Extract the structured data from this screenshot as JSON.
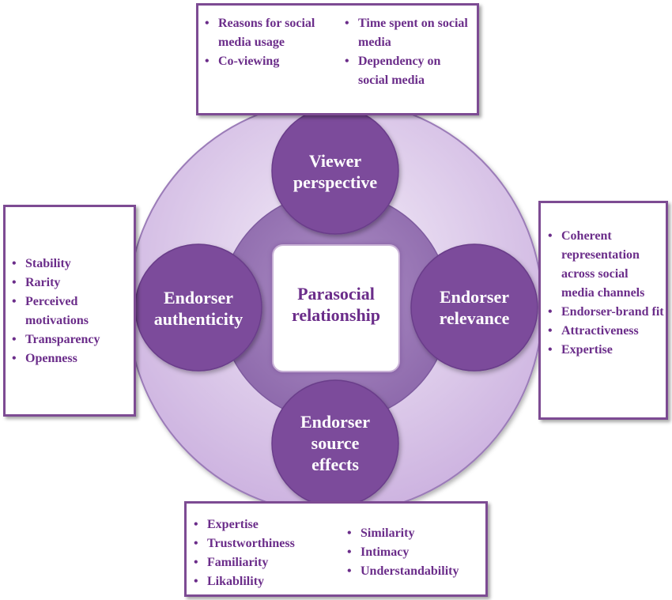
{
  "center": {
    "line1": "Parasocial",
    "line2": "relationship"
  },
  "circles": {
    "viewer": {
      "line1": "Viewer",
      "line2": "perspective"
    },
    "authenticity": {
      "line1": "Endorser",
      "line2": "authenticity"
    },
    "relevance": {
      "line1": "Endorser",
      "line2": "relevance"
    },
    "source": {
      "line1": "Endorser",
      "line2": "source",
      "line3": "effects"
    }
  },
  "boxes": {
    "viewer": {
      "left_items": [
        "Reasons for social media usage",
        "Co-viewing"
      ],
      "right_items": [
        "Time spent on social media",
        "Dependency on social media"
      ]
    },
    "authenticity": {
      "items": [
        "Stability",
        "Rarity",
        "Perceived motivations",
        "Transparency",
        "Openness"
      ]
    },
    "relevance": {
      "items": [
        "Coherent representation across social media channels",
        "Endorser-brand fit",
        "Attractiveness",
        "Expertise"
      ]
    },
    "source": {
      "left_items": [
        "Expertise",
        "Trustworthiness",
        "Familiarity",
        "Likablility"
      ],
      "right_items": [
        "Similarity",
        "Intimacy",
        "Understandability"
      ]
    }
  },
  "colors": {
    "circle": "#7b4b9b",
    "ring": "#9a78b6",
    "disc_light": "#f3ecf8",
    "disc_dark": "#cdb3e0",
    "text_purple": "#6b2d8a",
    "border": "#7d4b93"
  }
}
